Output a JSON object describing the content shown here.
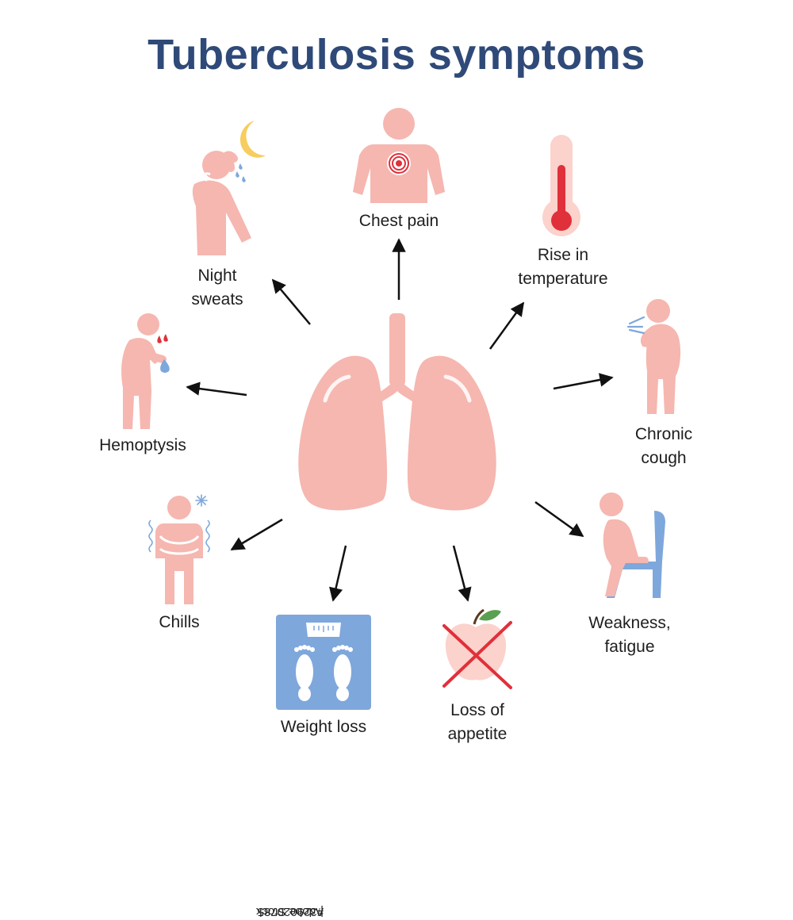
{
  "title": "Tuberculosis symptoms",
  "colors": {
    "title": "#2f4a78",
    "figure": "#f5b7b0",
    "accent_red": "#e0303a",
    "accent_blue": "#7ea7dc",
    "arrow": "#111111",
    "apple_leaf": "#5aa050"
  },
  "center": {
    "name": "lungs-illustration"
  },
  "symptoms": [
    {
      "id": "chest-pain",
      "label_lines": [
        "Chest pain"
      ],
      "icon": "person-chest-pain-icon"
    },
    {
      "id": "rise-in-temperature",
      "label_lines": [
        "Rise in",
        "temperature"
      ],
      "icon": "thermometer-icon"
    },
    {
      "id": "chronic-cough",
      "label_lines": [
        "Chronic",
        "cough"
      ],
      "icon": "person-coughing-icon"
    },
    {
      "id": "weakness-fatigue",
      "label_lines": [
        "Weakness,",
        "fatigue"
      ],
      "icon": "person-sitting-chair-icon"
    },
    {
      "id": "loss-of-appetite",
      "label_lines": [
        "Loss of",
        "appetite"
      ],
      "icon": "crossed-apple-icon"
    },
    {
      "id": "weight-loss",
      "label_lines": [
        "Weight loss"
      ],
      "icon": "bathroom-scale-icon"
    },
    {
      "id": "chills",
      "label_lines": [
        "Chills"
      ],
      "icon": "person-shivering-icon"
    },
    {
      "id": "hemoptysis",
      "label_lines": [
        "Hemoptysis"
      ],
      "icon": "person-coughing-blood-icon"
    },
    {
      "id": "night-sweats",
      "label_lines": [
        "Night",
        "sweats"
      ],
      "icon": "person-sweating-moon-icon"
    }
  ],
  "watermark_id": "#329020785",
  "watermark_brand": "Adobe Stock",
  "watermark_separator": "|"
}
